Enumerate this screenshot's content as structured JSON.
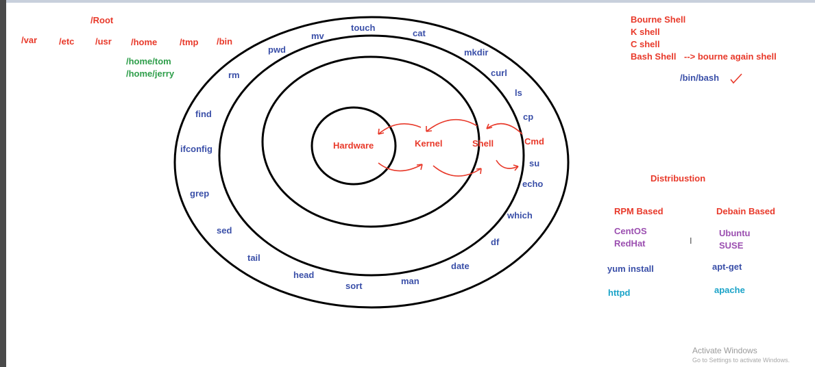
{
  "filesystem": {
    "root": "/Root",
    "dirs": [
      "/var",
      "/etc",
      "/usr",
      "/home",
      "/tmp",
      "/bin"
    ],
    "home_dirs": [
      "/home/tom",
      "/home/jerry"
    ]
  },
  "layers": {
    "hardware": "Hardware",
    "kernel": "Kernel",
    "shell": "Shell",
    "cmd": "Cmd"
  },
  "commands": [
    "mv",
    "touch",
    "cat",
    "pwd",
    "mkdir",
    "curl",
    "rm",
    "ls",
    "find",
    "cp",
    "ifconfig",
    "su",
    "echo",
    "grep",
    "which",
    "sed",
    "df",
    "tail",
    "date",
    "head",
    "man",
    "sort"
  ],
  "shells": {
    "items": [
      "Bourne Shell",
      "K shell",
      "C shell",
      "Bash Shell"
    ],
    "bash_note": "--> bourne again shell",
    "bash_path": "/bin/bash"
  },
  "distribution": {
    "title": "Distribustion",
    "rpm": {
      "heading": "RPM Based",
      "distros": [
        "CentOS",
        "RedHat"
      ],
      "installer": "yum install",
      "web_server": "httpd"
    },
    "debian": {
      "heading": "Debain Based",
      "distros": [
        "Ubuntu",
        "SUSE"
      ],
      "installer": "apt-get",
      "web_server": "apache"
    }
  },
  "watermark": {
    "title": "Activate Windows",
    "subtitle": "Go to Settings to activate Windows."
  },
  "colors": {
    "red": "#e8392a",
    "blue": "#3a4fa8",
    "green": "#2e9e4a",
    "purple": "#9b4fb0",
    "cyan": "#1aa3c8"
  }
}
